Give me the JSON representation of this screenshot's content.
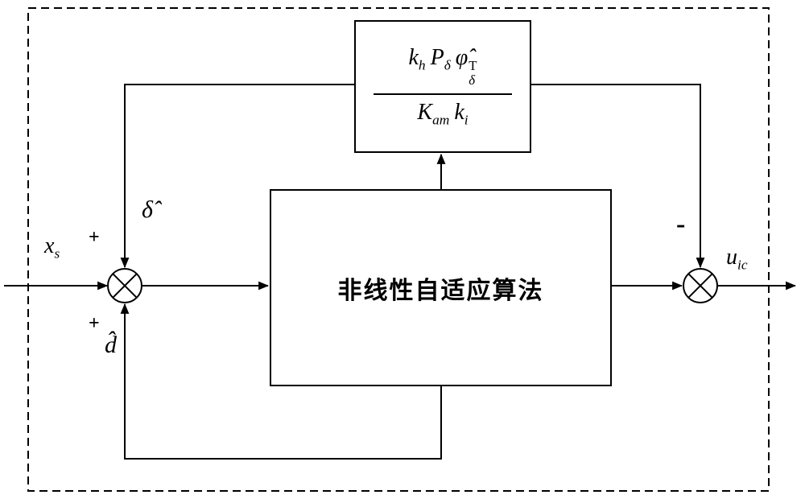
{
  "diagram": {
    "gain_block": {
      "num_t1_base": "k",
      "num_t1_sub": "h",
      "num_t2_base": "P",
      "num_t2_sub": "δ",
      "num_t3_base": "φ̂",
      "num_t3_sup": "T",
      "num_t3_sub": "δ",
      "den_t1_base": "K",
      "den_t1_sub": "am",
      "den_t2_base": "k",
      "den_t2_sub": "i"
    },
    "algorithm_block": {
      "label": "非线性自适应算法"
    },
    "left_sum": {
      "sign_top": "+",
      "sign_bottom": "+"
    },
    "right_sum": {
      "sign_top": "-"
    },
    "labels": {
      "input_base": "x",
      "input_sub": "s",
      "delta_hat": "δ̂",
      "d_hat": "d̂",
      "output_base": "u",
      "output_sub": "ic"
    }
  }
}
